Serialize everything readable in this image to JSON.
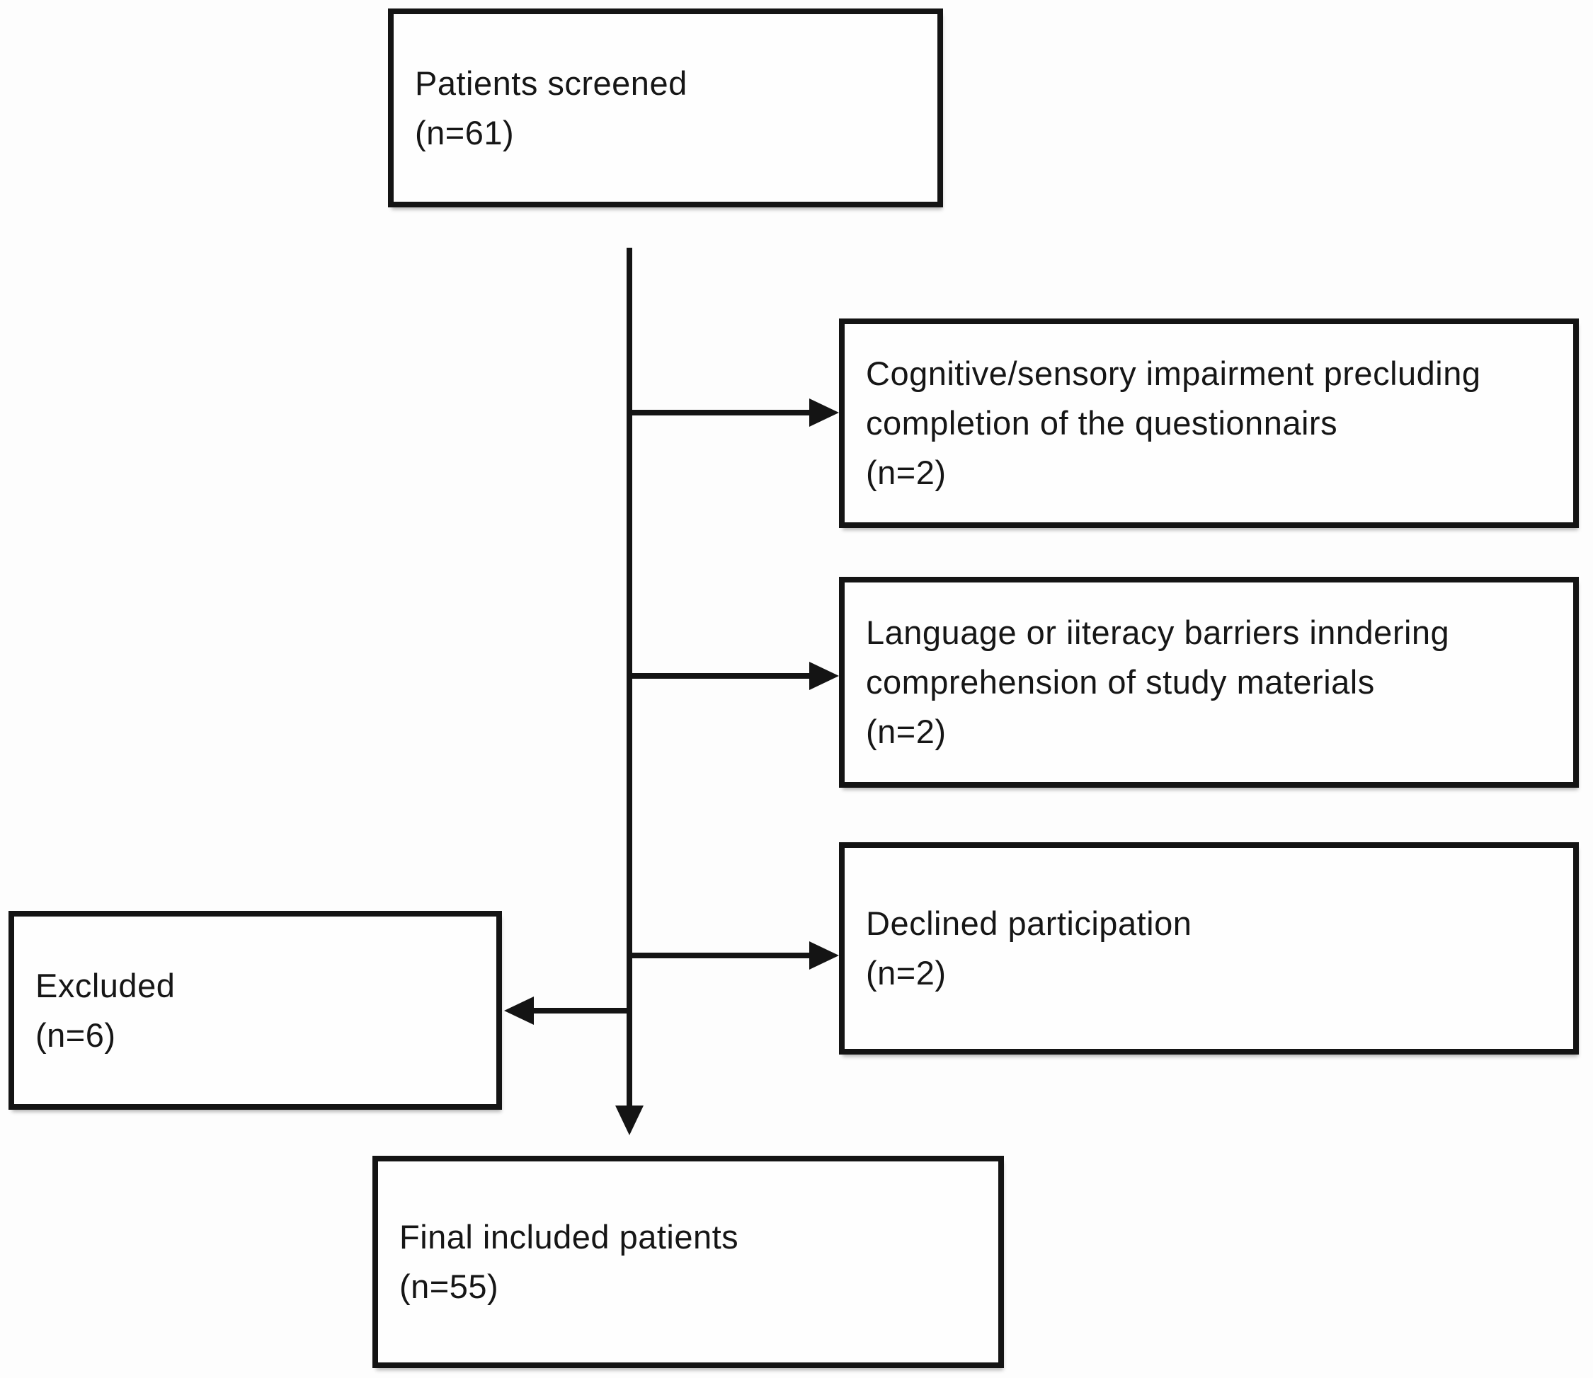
{
  "diagram": {
    "type": "flowchart",
    "background_color": "#fdfdfd",
    "line_color": "#141414",
    "text_color": "#161616",
    "nodes": [
      {
        "id": "patients-screened",
        "label": "Patients screened",
        "n": 61,
        "text": "Patients screened\n(n=61)"
      },
      {
        "id": "cognitive-sensory-impairment",
        "label": "Cognitive/sensory impairment precluding completion of the questionnairs",
        "n": 2,
        "text": "Cognitive/sensory impairment precluding\ncompletion of the questionnairs\n(n=2)"
      },
      {
        "id": "language-literacy-barriers",
        "label": "Language or iiteracy barriers inndering comprehension of study materials",
        "n": 2,
        "text": "Language or iiteracy barriers inndering\ncomprehension of study materials\n(n=2)"
      },
      {
        "id": "declined-participation",
        "label": "Declined participation",
        "n": 2,
        "text": "Declined participation\n(n=2)"
      },
      {
        "id": "excluded",
        "label": "Excluded",
        "n": 6,
        "text": "Excluded\n(n=6)"
      },
      {
        "id": "final-included-patients",
        "label": "Final included patients",
        "n": 55,
        "text": "Final included patients\n(n=55)"
      }
    ]
  }
}
